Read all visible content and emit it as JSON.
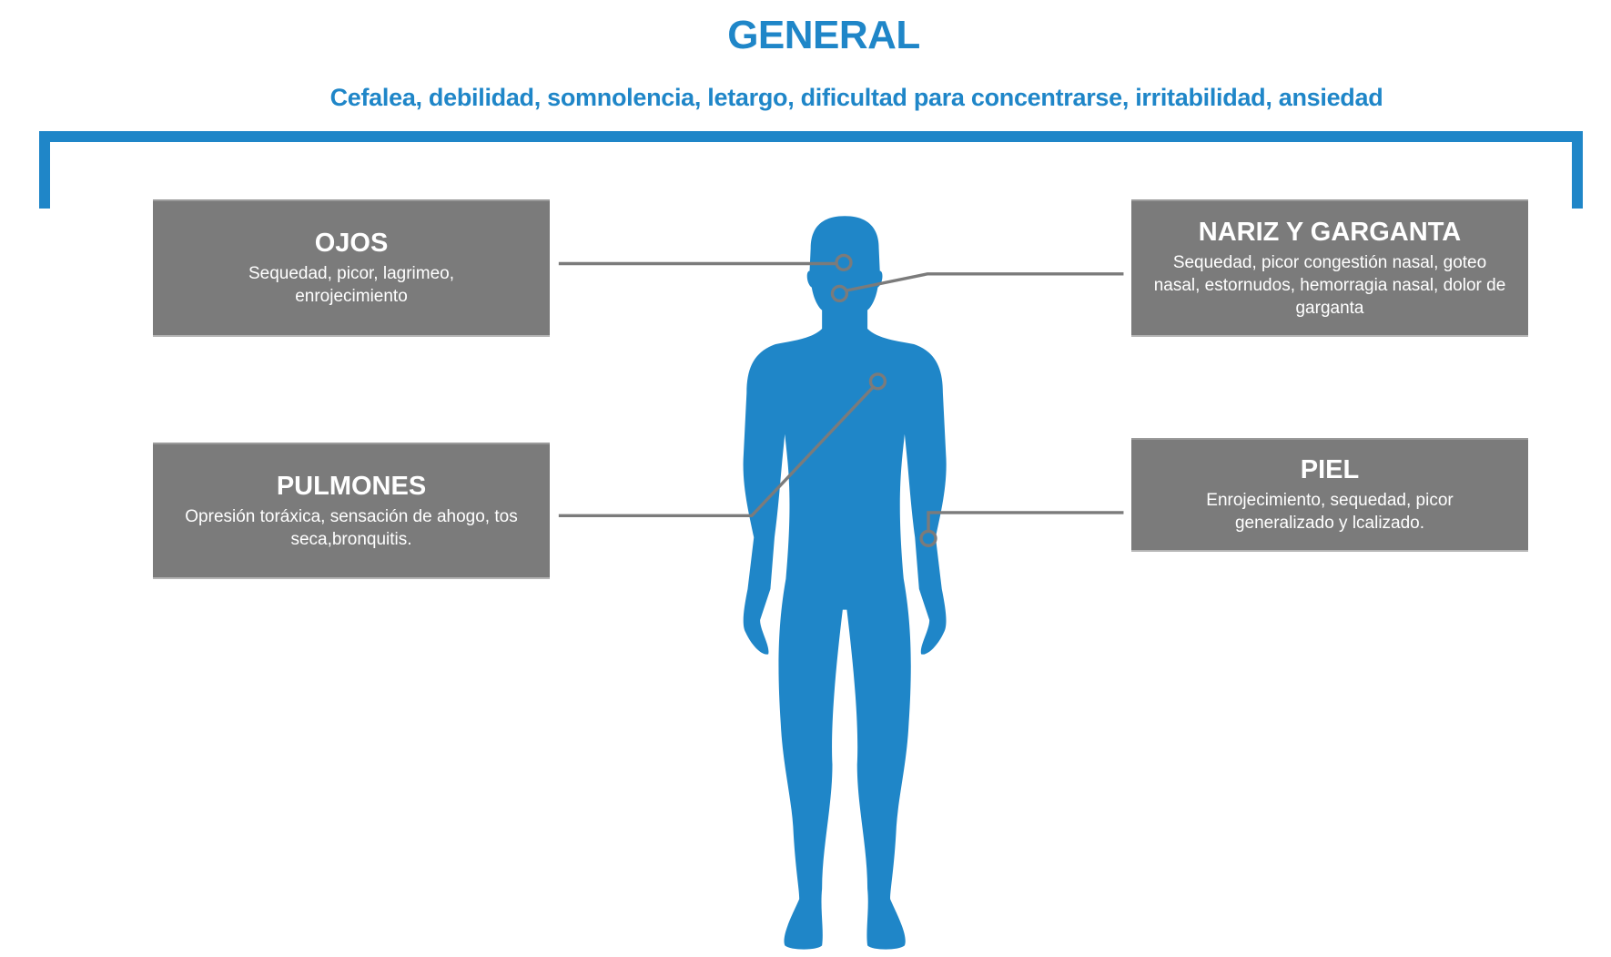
{
  "header": {
    "title": "GENERAL",
    "subtitle": "Cefalea, debilidad, somnolencia, letargo, dificultad para concentrarse, irritabilidad, ansiedad"
  },
  "sections": {
    "ojos": {
      "title": "OJOS",
      "text": "Sequedad, picor, lagrimeo, enrojecimiento"
    },
    "pulmones": {
      "title": "PULMONES",
      "text": "Opresión toráxica, sensación de ahogo, tos seca,bronquitis."
    },
    "nariz": {
      "title": "NARIZ Y GARGANTA",
      "text": "Sequedad, picor congestión nasal, goteo nasal, estornudos, hemorragia nasal, dolor de garganta"
    },
    "piel": {
      "title": "PIEL",
      "text": "Enrojecimiento, sequedad, picor generalizado y lcalizado."
    }
  },
  "colors": {
    "accent": "#1f86c8",
    "box": "#7b7b7b",
    "line": "#7b7b7b"
  }
}
